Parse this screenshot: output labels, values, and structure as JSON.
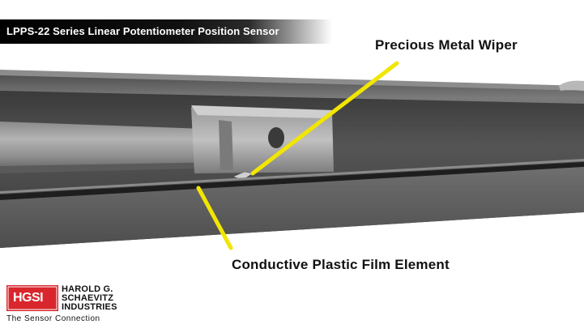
{
  "title_bar": {
    "text": "LPPS-22 Series Linear Potentiometer Position Sensor"
  },
  "callouts": {
    "wiper": "Precious Metal Wiper",
    "film": "Conductive Plastic Film Element"
  },
  "logo": {
    "badge": "HGSI",
    "company_line_1": "HAROLD G.",
    "company_line_2": "SCHAEVITZ",
    "company_line_3": "INDUSTRIES",
    "tagline": "The Sensor Connection"
  },
  "colors": {
    "callout_line": "#f2e600",
    "housing": "#6a6a6a",
    "logo_red": "#d8262c",
    "title_bar": "#000000"
  }
}
